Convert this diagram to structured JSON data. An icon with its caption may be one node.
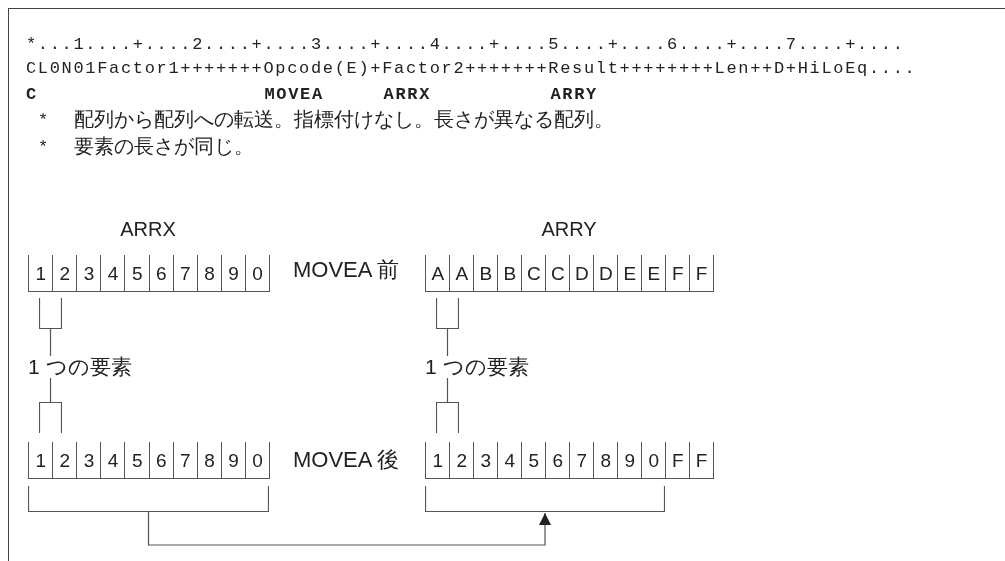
{
  "diagram": {
    "nodes": [
      {
        "text": [
          "1",
          "2",
          "3",
          "4",
          "5",
          "6",
          "7",
          "8",
          "9",
          "0"
        ],
        "beside": [
          "ARRX"
        ]
      },
      {
        "text": [
          "A",
          "A",
          "B",
          "B",
          "C",
          "C",
          "D",
          "D",
          "E",
          "E",
          "F",
          "F"
        ],
        "beside": [
          "ARRY"
        ]
      },
      {
        "text": [],
        "shape": "bracket"
      },
      {
        "text": [
          "1 つの要素"
        ]
      },
      {
        "text": [],
        "shape": "bracket"
      },
      {
        "text": [],
        "shape": "bracket"
      },
      {
        "text": [
          "1 つの要素"
        ]
      },
      {
        "text": [],
        "shape": "bracket"
      },
      {
        "text": [
          "1",
          "2",
          "3",
          "4",
          "5",
          "6",
          "7",
          "8",
          "9",
          "0"
        ]
      },
      {
        "text": [
          "1",
          "2",
          "3",
          "4",
          "5",
          "6",
          "7",
          "8",
          "9",
          "0",
          "F",
          "F"
        ]
      },
      {
        "text": [],
        "shape": "bracket"
      },
      {
        "text": [],
        "shape": "bracket"
      }
    ],
    "edges": [
      {
        "from": 2,
        "to": 3,
        "arrow": "none"
      },
      {
        "from": 3,
        "to": 4,
        "arrow": "none"
      },
      {
        "from": 5,
        "to": 6,
        "arrow": "none"
      },
      {
        "from": 6,
        "to": 7,
        "arrow": "none"
      },
      {
        "from": 10,
        "to": 11,
        "arrow": "to"
      }
    ],
    "labels": [
      "*...1....+....2....+....3....+....4....+....5....+....6....+....7....+....",
      "CL0N01Factor1+++++++Opcode(E)+Factor2+++++++Result++++++++Len++D+HiLoEq....",
      "C",
      "MOVEA",
      "ARRX",
      "ARRY",
      "*",
      "配列から配列への転送。指標付けなし。長さが異なる配列。",
      "*",
      "要素の長さが同じ。",
      "MOVEA 前",
      "MOVEA 後"
    ]
  }
}
